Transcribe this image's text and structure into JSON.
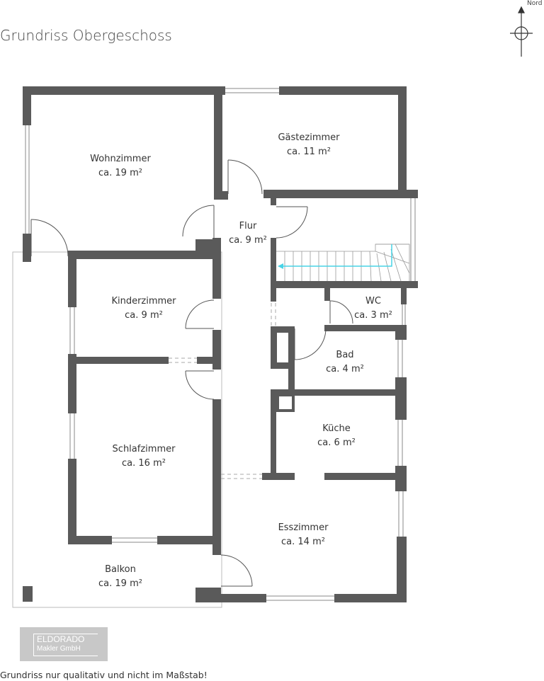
{
  "title": "Grundriss Obergeschoss",
  "compass_label": "Nord",
  "disclaimer": "Grundriss nur qualitativ und nicht im Maßstab!",
  "logo": {
    "line1": "ELDORADO",
    "line2": "Makler GmbH"
  },
  "rooms": [
    {
      "id": "wohnzimmer",
      "name": "Wohnzimmer",
      "area": "ca. 19 m²"
    },
    {
      "id": "gaestezimmer",
      "name": "Gästezimmer",
      "area": "ca. 11 m²"
    },
    {
      "id": "flur",
      "name": "Flur",
      "area": "ca. 9 m²"
    },
    {
      "id": "kinderzimmer",
      "name": "Kinderzimmer",
      "area": "ca. 9 m²"
    },
    {
      "id": "wc",
      "name": "WC",
      "area": "ca. 3 m²"
    },
    {
      "id": "bad",
      "name": "Bad",
      "area": "ca. 4 m²"
    },
    {
      "id": "kueche",
      "name": "Küche",
      "area": "ca. 6 m²"
    },
    {
      "id": "schlafzimmer",
      "name": "Schlafzimmer",
      "area": "ca. 16 m²"
    },
    {
      "id": "esszimmer",
      "name": "Esszimmer",
      "area": "ca. 14 m²"
    },
    {
      "id": "balkon",
      "name": "Balkon",
      "area": "ca. 19 m²"
    }
  ],
  "colors": {
    "wall": "#5a5a5a",
    "line": "#888888",
    "stair_arrow": "#49d3e6",
    "logo_bg": "#c8c8c8"
  }
}
